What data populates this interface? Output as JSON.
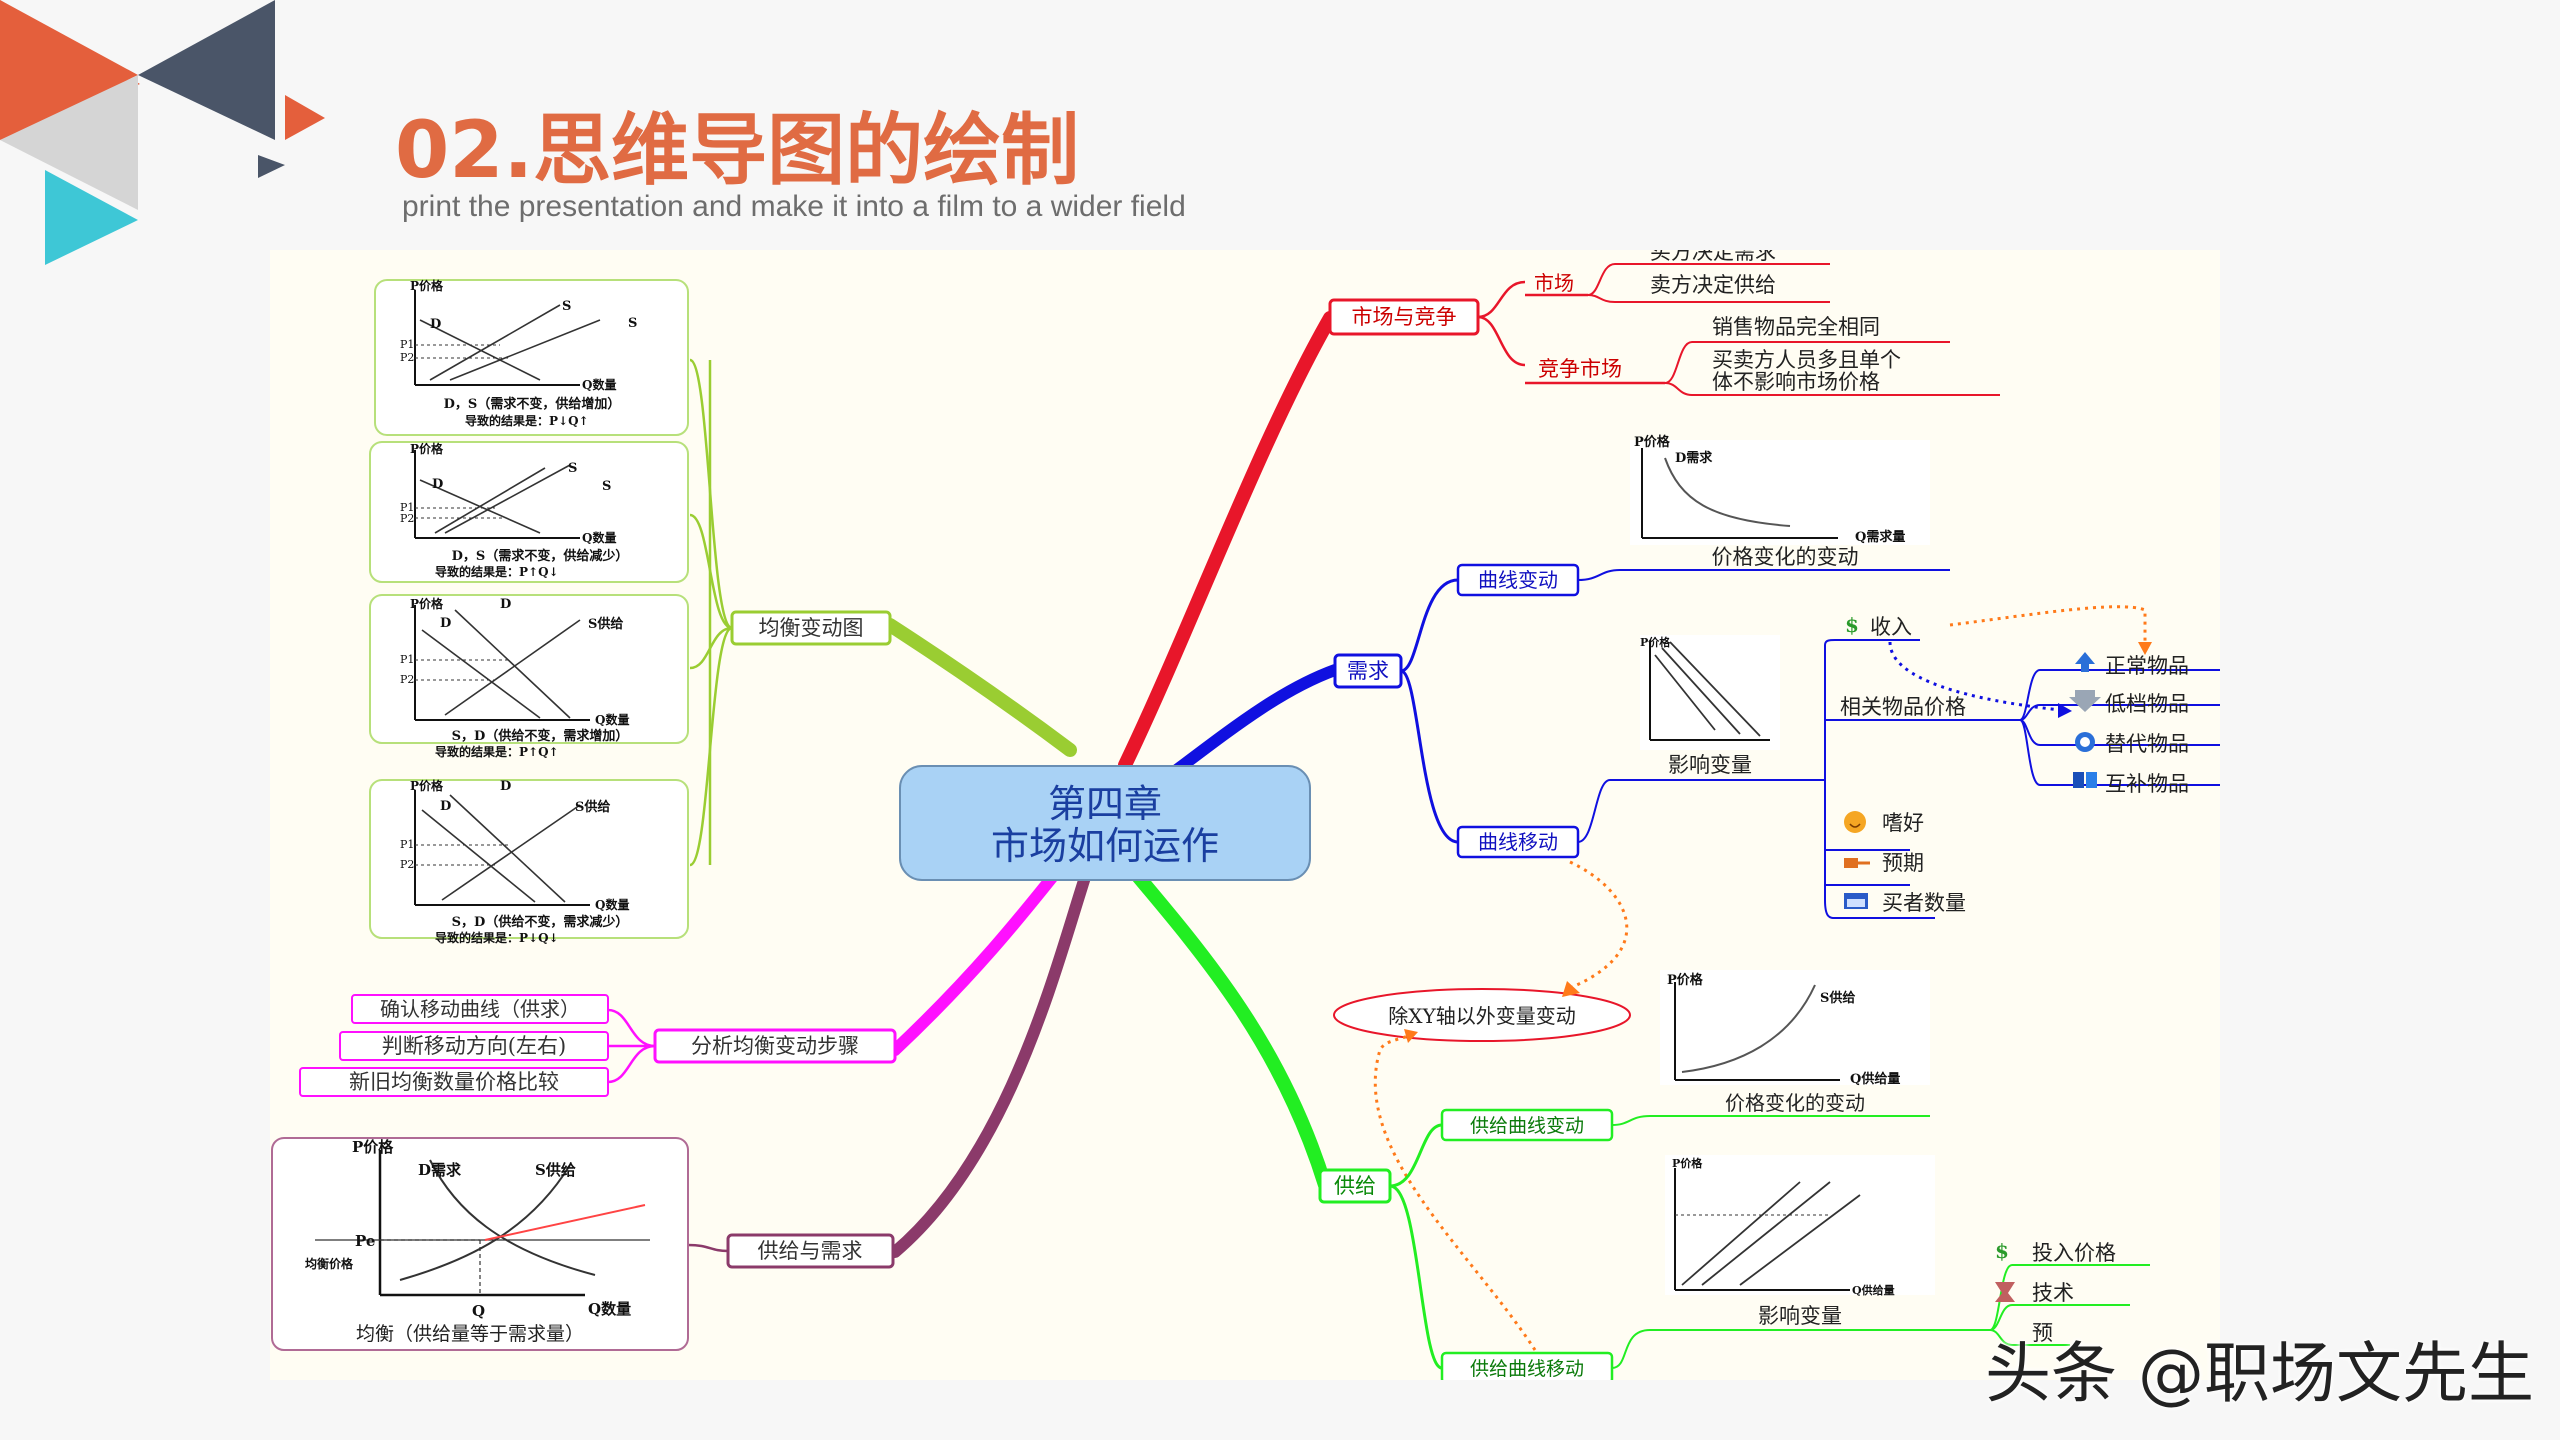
{
  "slide": {
    "title": "02.思维导图的绘制",
    "subtitle": "print the presentation and make it into a film to a wider field",
    "watermark": "头条 @职场文先生"
  },
  "mindmap": {
    "center": [
      "第四章",
      "市场如何运作"
    ],
    "market": {
      "label": "市场与竞争",
      "market_node": "市场",
      "market_items": [
        "买方决定需求",
        "卖方决定供给"
      ],
      "competitive": "竞争市场",
      "competitive_items": [
        "销售物品完全相同",
        "买卖方人员多且单个",
        "体不影响市场价格"
      ]
    },
    "demand": {
      "label": "需求",
      "curve_change": "曲线变动",
      "curve_change_caption": "价格变化的变动",
      "curve_shift": "曲线移动",
      "shift_caption": "影响变量",
      "factors": [
        "收入",
        "相关物品价格",
        "嗜好",
        "预期",
        "买者数量"
      ],
      "goods": [
        "正常物品",
        "低档物品",
        "替代物品",
        "互补物品"
      ],
      "graph_labels": {
        "p": "P价格",
        "d": "D需求",
        "q": "Q需求量"
      }
    },
    "except_xy": "除XY轴以外变量变动",
    "supply": {
      "label": "供给",
      "curve_change": "供给曲线变动",
      "curve_change_caption": "价格变化的变动",
      "curve_shift": "供给曲线移动",
      "shift_caption": "影响变量",
      "factors": [
        "投入价格",
        "技术",
        "预"
      ],
      "graph_labels": {
        "p": "P价格",
        "s": "S供给",
        "q": "Q供给量"
      }
    },
    "equilibrium_charts": {
      "label": "均衡变动图",
      "charts": [
        {
          "top": "P价格",
          "line1": "D",
          "line2": "S",
          "line3": "S",
          "caption1": "D，S（需求不变，供给增加）",
          "caption2": "导致的结果是：P↓Q↑"
        },
        {
          "top": "P价格",
          "line1": "D",
          "line2": "S",
          "line3": "S",
          "caption1": "D，S（需求不变，供给减少）",
          "caption2": "导致的结果是：P↑Q↓"
        },
        {
          "top": "P价格",
          "line1": "D",
          "line2": "D",
          "line3": "S供给",
          "caption1": "S，D（供给不变，需求增加）",
          "caption2": "导致的结果是：P↑Q↑"
        },
        {
          "top": "P价格",
          "line1": "D",
          "line2": "D",
          "line3": "S供给",
          "caption1": "S，D（供给不变，需求减少）",
          "caption2": "导致的结果是：P↓Q↓"
        }
      ],
      "axis_q": "Q数量",
      "tick_p1": "P1",
      "tick_p2": "P2"
    },
    "analysis": {
      "label": "分析均衡变动步骤",
      "steps": [
        "确认移动曲线（供求）",
        "判断移动方向(左右)",
        "新旧均衡数量价格比较"
      ]
    },
    "supply_demand": {
      "label": "供给与需求",
      "graph_p": "P价格",
      "graph_d": "D需求",
      "graph_s": "S供给",
      "graph_pe": "Pe",
      "graph_pe_label": "均衡价格",
      "graph_q": "Q",
      "graph_qaxis": "Q数量",
      "caption": "均衡（供给量等于需求量）"
    },
    "colors": {
      "title": "#e06b43",
      "red": "#e8162a",
      "blue": "#1010e0",
      "green": "#22ee22",
      "olive": "#9acd32",
      "magenta": "#ff10ff",
      "plum": "#8b3a6a",
      "dotted": "#ff7a1a",
      "center_fill": "#a9d2f5"
    }
  }
}
